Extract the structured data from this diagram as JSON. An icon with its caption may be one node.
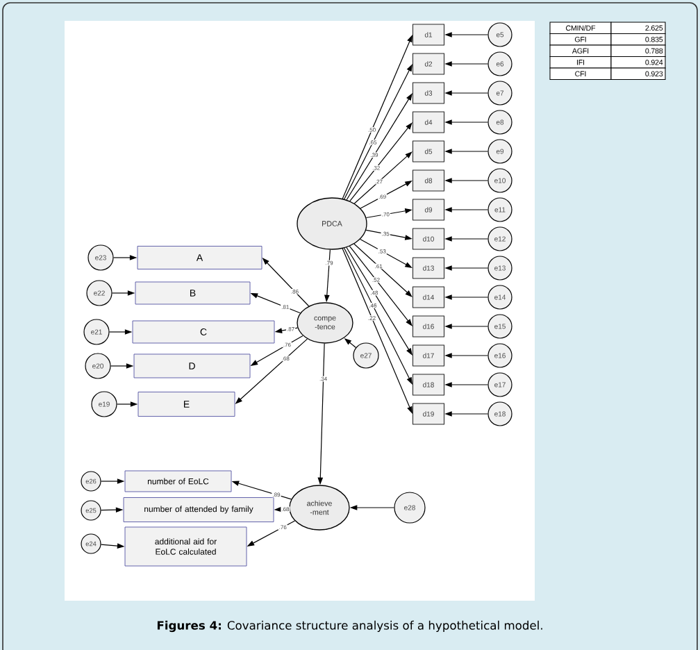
{
  "diagram": {
    "caption": "**Figures 4:** Covariance structure analysis of a hypothetical model.",
    "nodes": [
      {
        "text": [
          "PDCA"
        ]
      },
      {
        "text": [
          "d1"
        ]
      },
      {
        "text": [
          "d2"
        ]
      },
      {
        "text": [
          "d3"
        ]
      },
      {
        "text": [
          "d4"
        ]
      },
      {
        "text": [
          "d5"
        ]
      },
      {
        "text": [
          "d8"
        ]
      },
      {
        "text": [
          "d9"
        ]
      },
      {
        "text": [
          "d10"
        ]
      },
      {
        "text": [
          "d13"
        ]
      },
      {
        "text": [
          "d14"
        ]
      },
      {
        "text": [
          "d16"
        ]
      },
      {
        "text": [
          "d17"
        ]
      },
      {
        "text": [
          "d18"
        ]
      },
      {
        "text": [
          "d19"
        ]
      },
      {
        "text": [
          "e5"
        ]
      },
      {
        "text": [
          "e6"
        ]
      },
      {
        "text": [
          "e7"
        ]
      },
      {
        "text": [
          "e8"
        ]
      },
      {
        "text": [
          "e9"
        ]
      },
      {
        "text": [
          "e10"
        ]
      },
      {
        "text": [
          "e11"
        ]
      },
      {
        "text": [
          "e12"
        ]
      },
      {
        "text": [
          "e13"
        ]
      },
      {
        "text": [
          "e14"
        ]
      },
      {
        "text": [
          "e15"
        ]
      },
      {
        "text": [
          "e16"
        ]
      },
      {
        "text": [
          "e17"
        ]
      },
      {
        "text": [
          "e18"
        ]
      },
      {
        "text": [
          "compe -tence"
        ]
      },
      {
        "text": [
          "e27"
        ]
      },
      {
        "text": [
          "A"
        ]
      },
      {
        "text": [
          "B"
        ]
      },
      {
        "text": [
          "C"
        ]
      },
      {
        "text": [
          "D"
        ]
      },
      {
        "text": [
          "E"
        ]
      },
      {
        "text": [
          "e23"
        ]
      },
      {
        "text": [
          "e22"
        ]
      },
      {
        "text": [
          "e21"
        ]
      },
      {
        "text": [
          "e20"
        ]
      },
      {
        "text": [
          "e19"
        ]
      },
      {
        "text": [
          "achieve -ment"
        ]
      },
      {
        "text": [
          "e28"
        ]
      },
      {
        "text": [
          "number of EoLC"
        ]
      },
      {
        "text": [
          "number of attended by family"
        ]
      },
      {
        "text": [
          "additional aid for EoLC calculated"
        ]
      },
      {
        "text": [
          "e26"
        ]
      },
      {
        "text": [
          "e25"
        ]
      },
      {
        "text": [
          "e24"
        ]
      }
    ],
    "edges": [
      {
        "from": 0,
        "to": 1,
        "arrow": "to",
        "label": ".50"
      },
      {
        "from": 0,
        "to": 2,
        "arrow": "to",
        "label": ".65"
      },
      {
        "from": 0,
        "to": 3,
        "arrow": "to",
        "label": ".39"
      },
      {
        "from": 0,
        "to": 4,
        "arrow": "to",
        "label": ".32"
      },
      {
        "from": 0,
        "to": 5,
        "arrow": "to",
        "label": ".27"
      },
      {
        "from": 0,
        "to": 6,
        "arrow": "to",
        "label": ".69"
      },
      {
        "from": 0,
        "to": 7,
        "arrow": "to",
        "label": ".70"
      },
      {
        "from": 0,
        "to": 8,
        "arrow": "to",
        "label": ".35"
      },
      {
        "from": 0,
        "to": 9,
        "arrow": "to",
        "label": ".53"
      },
      {
        "from": 0,
        "to": 10,
        "arrow": "to",
        "label": ".61"
      },
      {
        "from": 0,
        "to": 11,
        "arrow": "to",
        "label": ".52"
      },
      {
        "from": 0,
        "to": 12,
        "arrow": "to",
        "label": ".48"
      },
      {
        "from": 0,
        "to": 13,
        "arrow": "to",
        "label": ".46"
      },
      {
        "from": 0,
        "to": 14,
        "arrow": "to",
        "label": ".22"
      },
      {
        "from": 15,
        "to": 1,
        "arrow": "to"
      },
      {
        "from": 16,
        "to": 2,
        "arrow": "to"
      },
      {
        "from": 17,
        "to": 3,
        "arrow": "to"
      },
      {
        "from": 18,
        "to": 4,
        "arrow": "to"
      },
      {
        "from": 19,
        "to": 5,
        "arrow": "to"
      },
      {
        "from": 20,
        "to": 6,
        "arrow": "to"
      },
      {
        "from": 21,
        "to": 7,
        "arrow": "to"
      },
      {
        "from": 22,
        "to": 8,
        "arrow": "to"
      },
      {
        "from": 23,
        "to": 9,
        "arrow": "to"
      },
      {
        "from": 24,
        "to": 10,
        "arrow": "to"
      },
      {
        "from": 25,
        "to": 11,
        "arrow": "to"
      },
      {
        "from": 26,
        "to": 12,
        "arrow": "to"
      },
      {
        "from": 27,
        "to": 13,
        "arrow": "to"
      },
      {
        "from": 28,
        "to": 14,
        "arrow": "to"
      },
      {
        "from": 0,
        "to": 29,
        "arrow": "to",
        "label": ".79"
      },
      {
        "from": 30,
        "to": 29,
        "arrow": "to"
      },
      {
        "from": 29,
        "to": 31,
        "arrow": "to",
        "label": ".86"
      },
      {
        "from": 29,
        "to": 32,
        "arrow": "to",
        "label": ".81"
      },
      {
        "from": 29,
        "to": 33,
        "arrow": "to",
        "label": ".87"
      },
      {
        "from": 29,
        "to": 34,
        "arrow": "to",
        "label": ".76"
      },
      {
        "from": 29,
        "to": 35,
        "arrow": "to",
        "label": ".68"
      },
      {
        "from": 36,
        "to": 31,
        "arrow": "to"
      },
      {
        "from": 37,
        "to": 32,
        "arrow": "to"
      },
      {
        "from": 38,
        "to": 33,
        "arrow": "to"
      },
      {
        "from": 39,
        "to": 34,
        "arrow": "to"
      },
      {
        "from": 40,
        "to": 35,
        "arrow": "to"
      },
      {
        "from": 29,
        "to": 41,
        "arrow": "to",
        "label": ".34"
      },
      {
        "from": 42,
        "to": 41,
        "arrow": "to"
      },
      {
        "from": 41,
        "to": 43,
        "arrow": "to",
        "label": ".89"
      },
      {
        "from": 41,
        "to": 44,
        "arrow": "to",
        "label": ".68"
      },
      {
        "from": 41,
        "to": 45,
        "arrow": "to",
        "label": ".76"
      },
      {
        "from": 46,
        "to": 43,
        "arrow": "to"
      },
      {
        "from": 47,
        "to": 44,
        "arrow": "to"
      },
      {
        "from": 48,
        "to": 45,
        "arrow": "to"
      }
    ],
    "labels": [
      "CMIN/DF",
      "2.625",
      "GFI",
      "0.835",
      "AGFI",
      "0.788",
      "IFI",
      "0.924",
      "CFI",
      "0.923"
    ]
  }
}
